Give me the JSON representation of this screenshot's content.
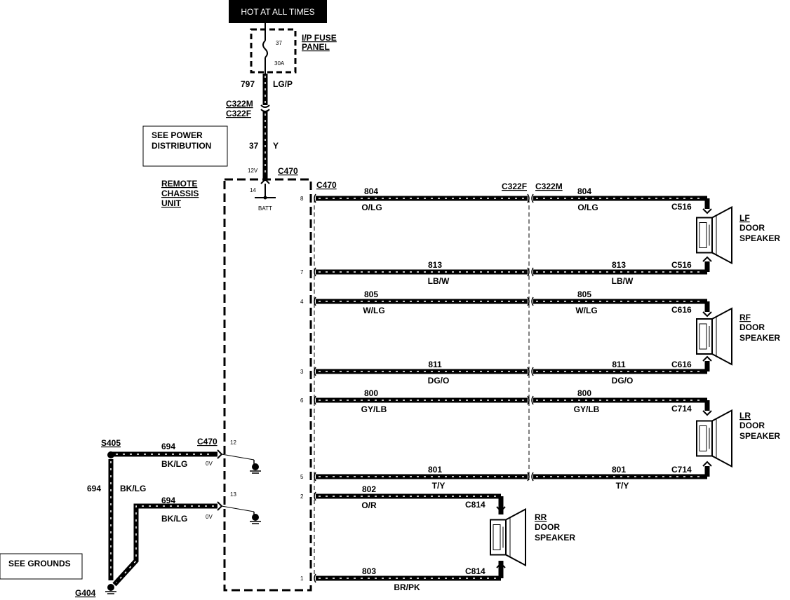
{
  "header": {
    "hot_label": "HOT AT ALL TIMES"
  },
  "fuse": {
    "number": "37",
    "rating": "30A",
    "panel_line1": "I/P FUSE",
    "panel_line2": "PANEL"
  },
  "feed": {
    "circuit_top": "797",
    "color_top": "LG/P",
    "conn_m": "C322M",
    "conn_f": "C322F",
    "circuit_mid": "37",
    "color_mid": "Y",
    "voltage": "12V",
    "conn_main": "C470",
    "pin": "14",
    "batt": "BATT"
  },
  "refs": {
    "power_line1": "SEE POWER",
    "power_line2": "DISTRIBUTION",
    "grounds": "SEE GROUNDS"
  },
  "rcu": {
    "line1": "REMOTE",
    "line2": "CHASSIS",
    "line3": "UNIT"
  },
  "connectors": {
    "c470": "C470",
    "c322f": "C322F",
    "c322m": "C322M"
  },
  "wires": [
    {
      "pin": "8",
      "circuit": "804",
      "color": "O/LG"
    },
    {
      "pin": "7",
      "circuit": "813",
      "color": "LB/W"
    },
    {
      "pin": "4",
      "circuit": "805",
      "color": "W/LG"
    },
    {
      "pin": "3",
      "circuit": "811",
      "color": "DG/O"
    },
    {
      "pin": "6",
      "circuit": "800",
      "color": "GY/LB"
    },
    {
      "pin": "5",
      "circuit": "801",
      "color": "T/Y"
    }
  ],
  "rear_wires": [
    {
      "pin": "2",
      "circuit": "802",
      "color": "O/R"
    },
    {
      "pin": "1",
      "circuit": "803",
      "color": "BR/PK"
    }
  ],
  "speakers": [
    {
      "conn_top": "C516",
      "conn_bot": "C516",
      "line1": "LF",
      "line2": "DOOR",
      "line3": "SPEAKER"
    },
    {
      "conn_top": "C616",
      "conn_bot": "C616",
      "line1": "RF",
      "line2": "DOOR",
      "line3": "SPEAKER"
    },
    {
      "conn_top": "C714",
      "conn_bot": "C714",
      "line1": "LR",
      "line2": "DOOR",
      "line3": "SPEAKER"
    },
    {
      "conn_top": "C814",
      "conn_bot": "C814",
      "line1": "RR",
      "line2": "DOOR",
      "line3": "SPEAKER"
    }
  ],
  "ground": {
    "splice": "S405",
    "g404": "G404",
    "w1_circuit": "694",
    "w1_color": "BK/LG",
    "w1_pin": "12",
    "w1_conn": "C470",
    "w1_v": "0V",
    "vert_circuit": "694",
    "vert_color": "BK/LG",
    "w2_circuit": "694",
    "w2_color": "BK/LG",
    "w2_pin": "13",
    "w2_v": "0V"
  }
}
